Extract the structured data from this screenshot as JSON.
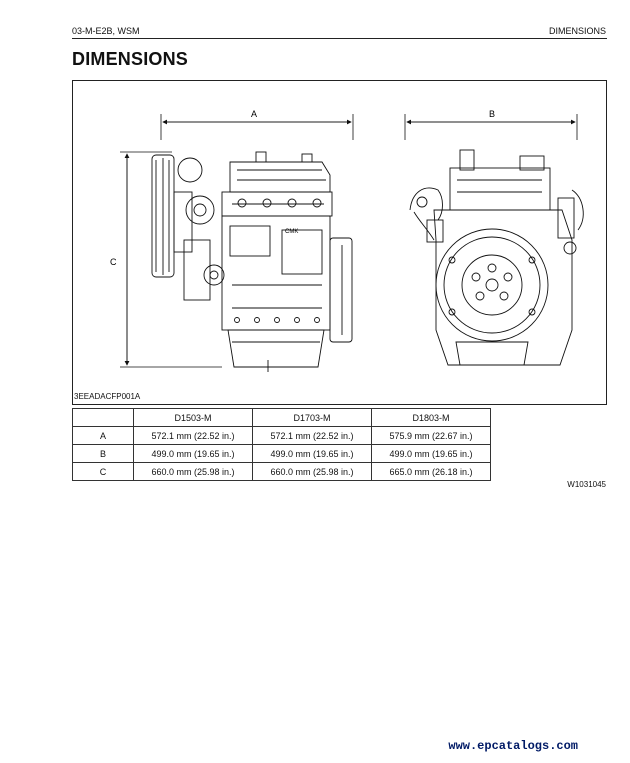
{
  "header": {
    "doc_code": "03-M-E2B, WSM",
    "section": "DIMENSIONS"
  },
  "page_title": "DIMENSIONS",
  "figure": {
    "labels": {
      "a": "A",
      "b": "B",
      "c": "C"
    },
    "engine_badge": "CMK",
    "caption": "3EEADACFP001A"
  },
  "table": {
    "models": [
      "D1503-M",
      "D1703-M",
      "D1803-M"
    ],
    "rows": [
      {
        "label": "A",
        "values": [
          "572.1 mm (22.52 in.)",
          "572.1 mm (22.52 in.)",
          "575.9 mm (22.67 in.)"
        ]
      },
      {
        "label": "B",
        "values": [
          "499.0 mm (19.65 in.)",
          "499.0 mm (19.65 in.)",
          "499.0 mm (19.65 in.)"
        ]
      },
      {
        "label": "C",
        "values": [
          "660.0 mm (25.98 in.)",
          "660.0 mm (25.98 in.)",
          "665.0 mm (26.18 in.)"
        ]
      }
    ]
  },
  "ref_code": "W1031045",
  "website": "www.epcatalogs.com"
}
